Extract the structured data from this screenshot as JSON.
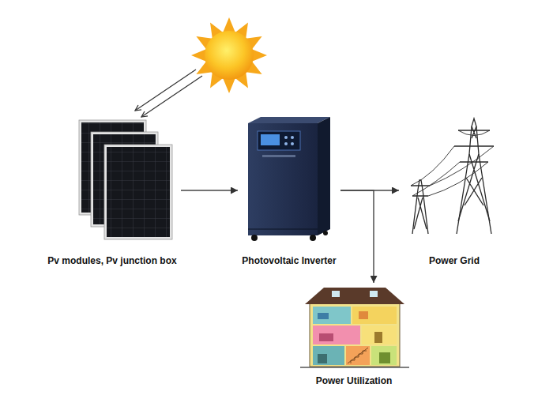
{
  "diagram": {
    "nodes": [
      {
        "text": [
          "Pv modules, Pv junction box"
        ]
      },
      {
        "text": [
          "Photovoltaic Inverter"
        ]
      },
      {
        "text": [
          "Power Grid"
        ]
      },
      {
        "text": [
          "Power Utilization"
        ]
      }
    ],
    "edges": [
      {
        "from": 0,
        "to": 1,
        "arrow": "to"
      },
      {
        "from": 1,
        "to": 2,
        "arrow": "to"
      },
      {
        "from": 1,
        "to": 3,
        "arrow": "to"
      }
    ]
  }
}
